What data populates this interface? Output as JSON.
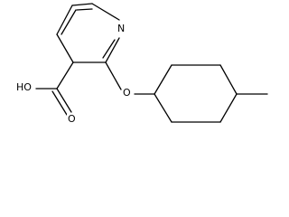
{
  "atoms": {
    "pyridine_nitrogen": "N",
    "ether_oxygen": "O",
    "carbonyl_oxygen": "O",
    "hydroxyl": "HO"
  },
  "colors": {
    "bond": "#000000",
    "background": "#ffffff"
  }
}
